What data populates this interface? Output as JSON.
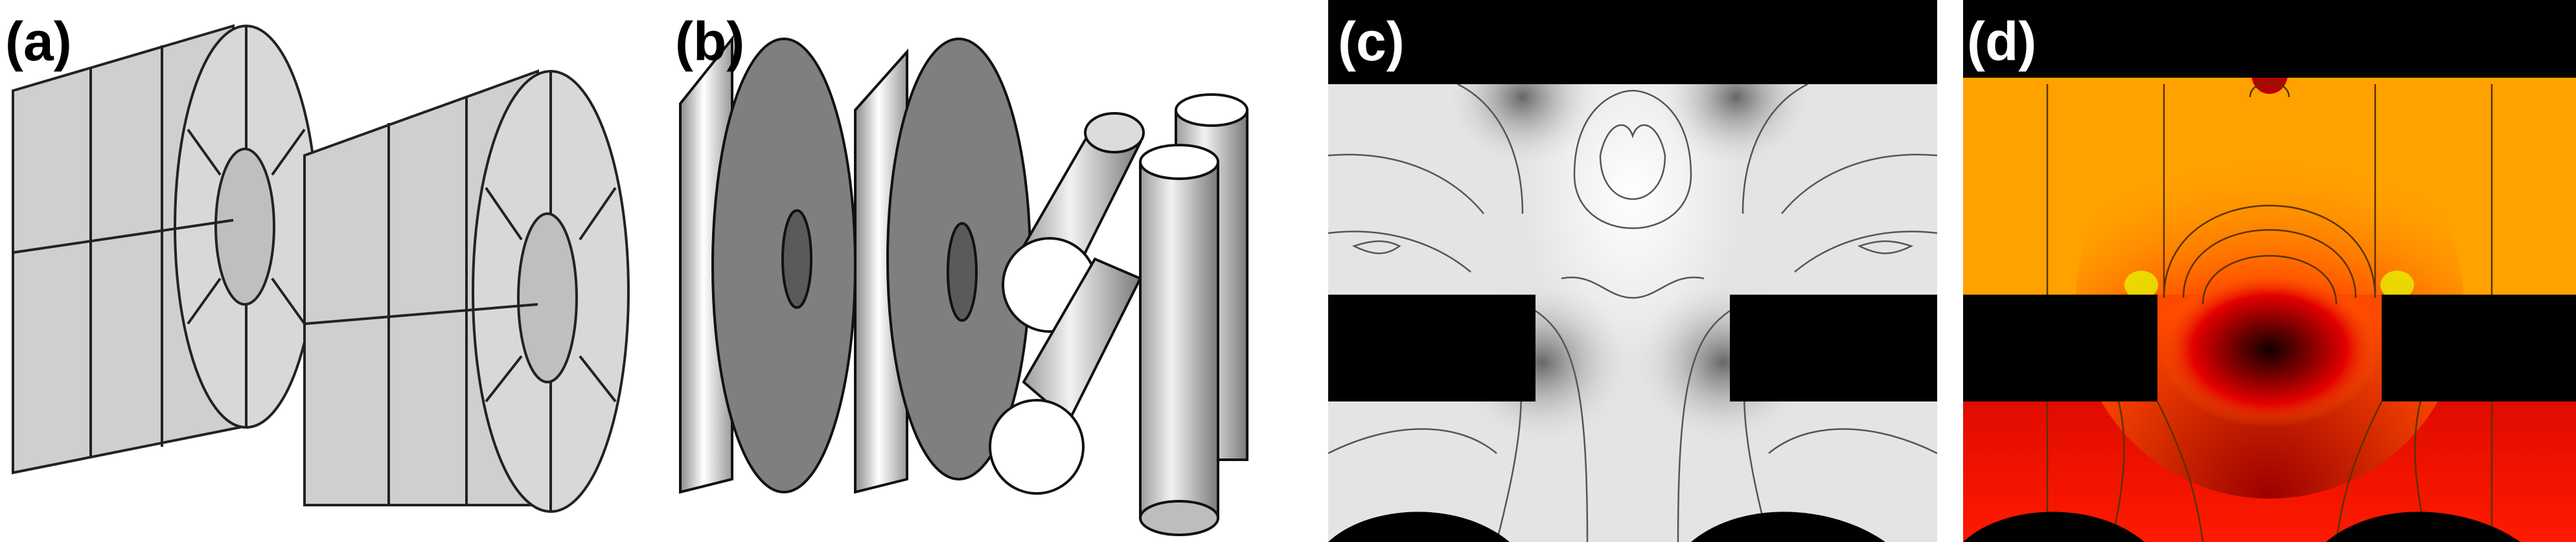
{
  "panels": [
    {
      "id": "a",
      "label": "(a)"
    },
    {
      "id": "b",
      "label": "(b)"
    },
    {
      "id": "c",
      "label": "(c)"
    },
    {
      "id": "d",
      "label": "(d)"
    }
  ],
  "colors": {
    "mesh_fill": "#c9c9c9",
    "field_c_background": "#e6e6e6",
    "field_d_background": "#ffa200",
    "field_d_hot": "#e00000",
    "conductor": "#000000"
  }
}
